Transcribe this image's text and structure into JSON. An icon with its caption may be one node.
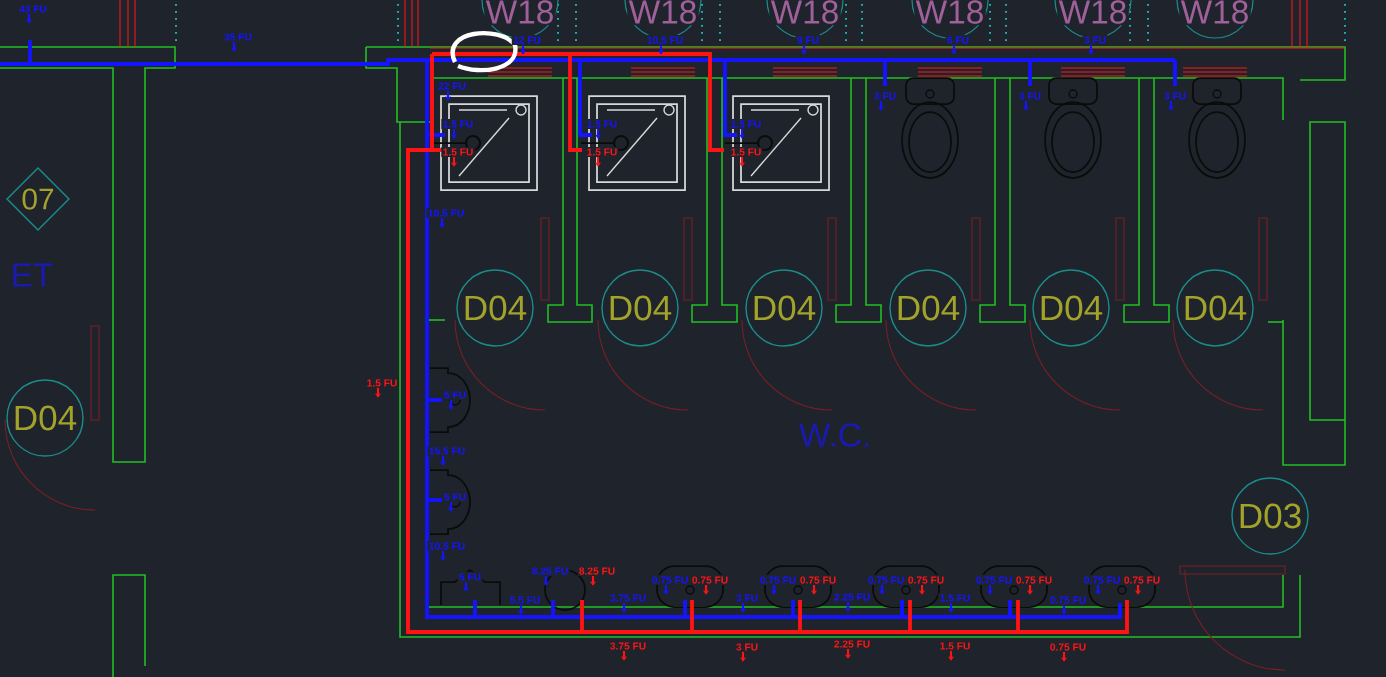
{
  "diagram": {
    "nodes": [
      {
        "text": [
          "07"
        ]
      },
      {
        "text": [
          "D04"
        ]
      },
      {
        "text": [
          "D04"
        ]
      },
      {
        "text": [
          "D04"
        ]
      },
      {
        "text": [
          "D04"
        ]
      },
      {
        "text": [
          "D04"
        ]
      },
      {
        "text": [
          "D04"
        ]
      },
      {
        "text": [
          "D04"
        ]
      },
      {
        "text": [
          "D03"
        ]
      }
    ],
    "labels": [
      "43 FU",
      "W18",
      "W18",
      "W18",
      "W18",
      "W18",
      "W18",
      "35 FU",
      "12 FU",
      "10.5 FU",
      "9 FU",
      "6 FU",
      "3 FU",
      "22 FU",
      "3 FU",
      "3 FU",
      "3 FU",
      "1.5 FU",
      "1.5 FU",
      "1.5 FU",
      "1.5 FU",
      "1.5 FU",
      "1.5 FU",
      "10.5 FU",
      "ET",
      "1.5 FU",
      "5 FU",
      "W.C.",
      "15.5 FU",
      "5 FU",
      "10.5 FU",
      "8.25 FU",
      "8.25 FU",
      "5 FU",
      "0.75 FU",
      "0.75 FU",
      "0.75 FU",
      "0.75 FU",
      "0.75 FU",
      "0.75 FU",
      "0.75 FU",
      "0.75 FU",
      "0.75 FU",
      "0.75 FU",
      "5.5 FU",
      "3.75 FU",
      "3 FU",
      "2.25 FU",
      "1.5 FU",
      "0.75 FU",
      "3.75 FU",
      "3 FU",
      "2.25 FU",
      "1.5 FU",
      "0.75 FU"
    ]
  }
}
